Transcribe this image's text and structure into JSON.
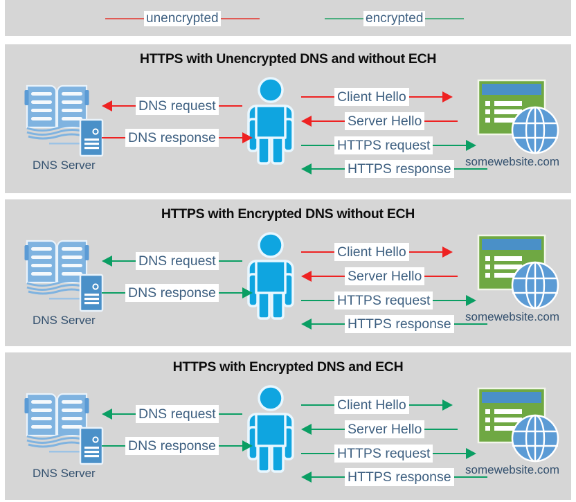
{
  "legend": {
    "items": [
      {
        "key": "unencrypted",
        "label": "unencrypted",
        "color": "#e05b55"
      },
      {
        "key": "encrypted",
        "label": "encrypted",
        "color": "#4cae7f"
      }
    ]
  },
  "colors": {
    "panel_background": "#d6d6d6",
    "page_background": "#ffffff",
    "unencrypted": "#ee2222",
    "encrypted": "#0a9e63",
    "legend_unencrypted": "#e05b55",
    "legend_encrypted": "#4cae7f",
    "text_blue": "#3d5f80",
    "label_blue": "#33506e",
    "title_black": "#0d0d0d",
    "person_blue": "#0fa5e0",
    "server_blue": "#4a90c8",
    "book_blue": "#6fa8dc",
    "web_green": "#6fa843",
    "web_titlebar": "#4a90c8",
    "globe_blue": "#5b9bd5"
  },
  "nodes": {
    "dns_server_label": "DNS Server",
    "website_label": "somewebsite.com",
    "person_name": "user-person-icon"
  },
  "panels": [
    {
      "id": "panel-1",
      "title": "HTTPS with Unencrypted DNS and without ECH",
      "dns_label": "DNS Server",
      "web_label": "somewebsite.com",
      "messages": [
        {
          "key": "dns-request",
          "text": "DNS request",
          "side": "left",
          "direction": "left",
          "encrypted": false
        },
        {
          "key": "dns-response",
          "text": "DNS response",
          "side": "left",
          "direction": "right",
          "encrypted": false
        },
        {
          "key": "client-hello",
          "text": "Client Hello",
          "side": "right",
          "direction": "right",
          "encrypted": false
        },
        {
          "key": "server-hello",
          "text": "Server Hello",
          "side": "right",
          "direction": "left",
          "encrypted": false
        },
        {
          "key": "https-request",
          "text": "HTTPS request",
          "side": "right",
          "direction": "right",
          "encrypted": true
        },
        {
          "key": "https-response",
          "text": "HTTPS response",
          "side": "right",
          "direction": "left",
          "encrypted": true
        }
      ]
    },
    {
      "id": "panel-2",
      "title": "HTTPS with Encrypted DNS without ECH",
      "dns_label": "DNS Server",
      "web_label": "somewebsite.com",
      "messages": [
        {
          "key": "dns-request",
          "text": "DNS request",
          "side": "left",
          "direction": "left",
          "encrypted": true
        },
        {
          "key": "dns-response",
          "text": "DNS response",
          "side": "left",
          "direction": "right",
          "encrypted": true
        },
        {
          "key": "client-hello",
          "text": "Client Hello",
          "side": "right",
          "direction": "right",
          "encrypted": false
        },
        {
          "key": "server-hello",
          "text": "Server Hello",
          "side": "right",
          "direction": "left",
          "encrypted": false
        },
        {
          "key": "https-request",
          "text": "HTTPS request",
          "side": "right",
          "direction": "right",
          "encrypted": true
        },
        {
          "key": "https-response",
          "text": "HTTPS response",
          "side": "right",
          "direction": "left",
          "encrypted": true
        }
      ]
    },
    {
      "id": "panel-3",
      "title": "HTTPS with Encrypted DNS and ECH",
      "dns_label": "DNS Server",
      "web_label": "somewebsite.com",
      "messages": [
        {
          "key": "dns-request",
          "text": "DNS request",
          "side": "left",
          "direction": "left",
          "encrypted": true
        },
        {
          "key": "dns-response",
          "text": "DNS response",
          "side": "left",
          "direction": "right",
          "encrypted": true
        },
        {
          "key": "client-hello",
          "text": "Client Hello",
          "side": "right",
          "direction": "right",
          "encrypted": true
        },
        {
          "key": "server-hello",
          "text": "Server Hello",
          "side": "right",
          "direction": "left",
          "encrypted": true
        },
        {
          "key": "https-request",
          "text": "HTTPS request",
          "side": "right",
          "direction": "right",
          "encrypted": true
        },
        {
          "key": "https-response",
          "text": "HTTPS response",
          "side": "right",
          "direction": "left",
          "encrypted": true
        }
      ]
    }
  ]
}
